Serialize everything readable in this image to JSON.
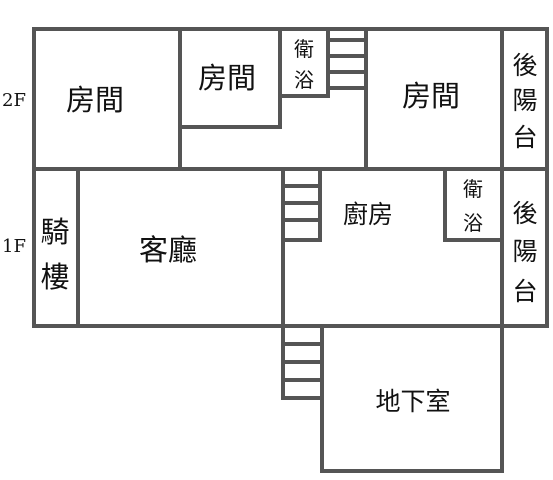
{
  "floors": {
    "upper": "2F",
    "lower": "1F"
  },
  "rooms_2f": {
    "bedroom_left": "房間",
    "bedroom_middle": "房間",
    "bathroom": [
      "衛",
      "浴"
    ],
    "bedroom_right": "房間",
    "rear_balcony": [
      "後",
      "陽",
      "台"
    ]
  },
  "rooms_1f": {
    "arcade": [
      "騎",
      "樓"
    ],
    "living_room": "客廳",
    "kitchen": "廚房",
    "bathroom": [
      "衛",
      "浴"
    ],
    "rear_balcony": [
      "後",
      "陽",
      "台"
    ]
  },
  "basement": {
    "label": "地下室"
  },
  "colors": {
    "wall": "#555555",
    "text": "#111111",
    "background": "#ffffff"
  }
}
